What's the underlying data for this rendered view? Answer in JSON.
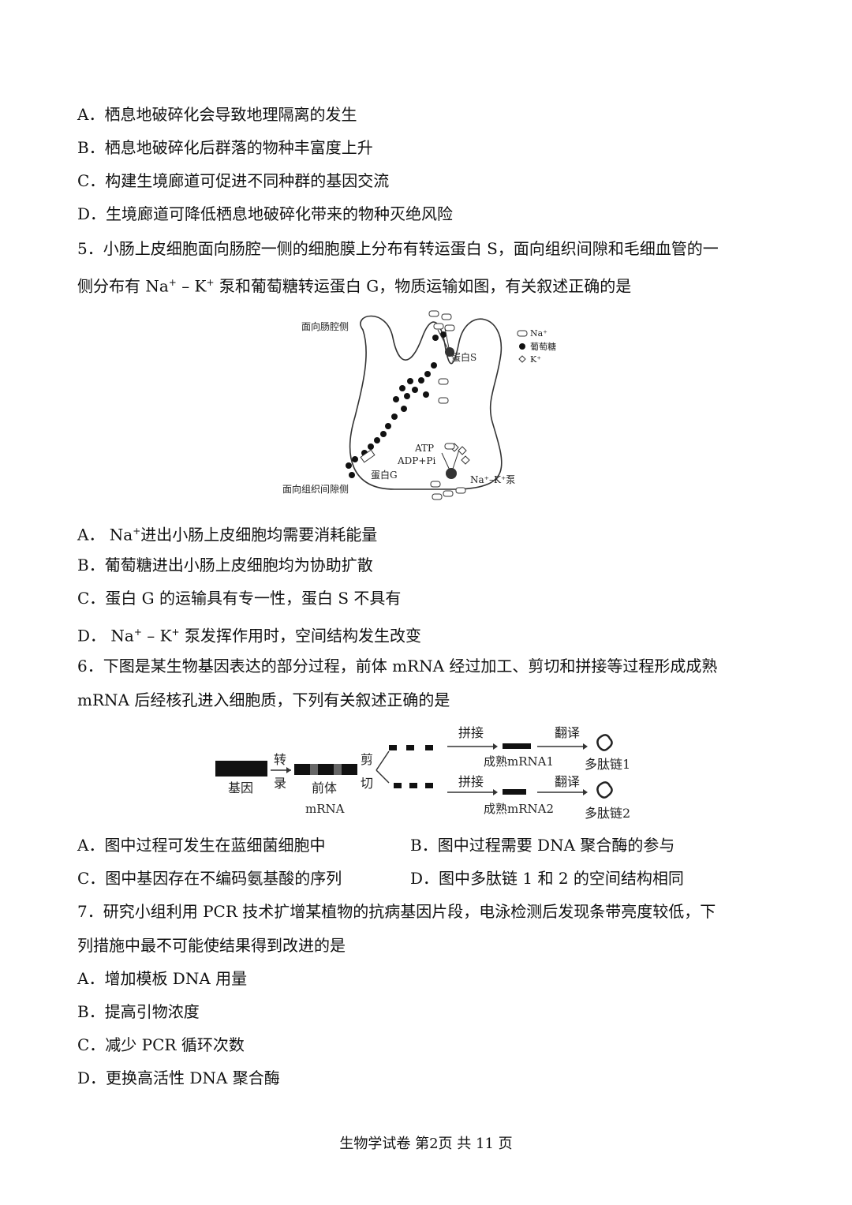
{
  "q4_options": {
    "A": "A．栖息地破碎化会导致地理隔离的发生",
    "B": "B．栖息地破碎化后群落的物种丰富度上升",
    "C": "C．构建生境廊道可促进不同种群的基因交流",
    "D": "D．生境廊道可降低栖息地破碎化带来的物种灭绝风险"
  },
  "q5": {
    "stem_line1": "5．小肠上皮细胞面向肠腔一侧的细胞膜上分布有转运蛋白 S，面向组织间隙和毛细血管的一",
    "stem_line2_pre": "侧分布有 Na",
    "stem_line2_mid": " – K",
    "stem_line2_post": " 泵和葡萄糖转运蛋白 G，物质运输如图，有关叙述正确的是",
    "sup_plus": "+",
    "figure": {
      "label_lumen": "面向肠腔侧",
      "label_interstitial": "面向组织间隙侧",
      "legend_na": "Na⁺",
      "legend_glucose": "葡萄糖",
      "legend_k": "K⁺",
      "protein_s": "蛋白S",
      "protein_g": "蛋白G",
      "atp": "ATP",
      "adp": "ADP+Pi",
      "pump": "Na⁺–K⁺泵"
    },
    "options": {
      "A_pre": "A． Na",
      "A_post": "进出小肠上皮细胞均需要消耗能量",
      "B": "B．葡萄糖进出小肠上皮细胞均为协助扩散",
      "C": "C．蛋白 G 的运输具有专一性，蛋白 S 不具有",
      "D_pre": "D． Na",
      "D_mid": " – K",
      "D_post": " 泵发挥作用时，空间结构发生改变"
    }
  },
  "q6": {
    "stem_line1": "6．下图是某生物基因表达的部分过程，前体 mRNA 经过加工、剪切和拼接等过程形成成熟",
    "stem_line2": "mRNA 后经核孔进入细胞质，下列有关叙述正确的是",
    "figure": {
      "gene": "基因",
      "transcribe_1": "转",
      "transcribe_2": "录",
      "pre_mrna_1": "前体",
      "pre_mrna_2": "mRNA",
      "cut_1": "剪",
      "cut_2": "切",
      "splice_top": "拼接",
      "splice_bottom": "拼接",
      "translate_top": "翻译",
      "translate_bottom": "翻译",
      "mature1": "成熟mRNA1",
      "mature2": "成熟mRNA2",
      "peptide1": "多肽链1",
      "peptide2": "多肽链2"
    },
    "options": {
      "A": "A．图中过程可发生在蓝细菌细胞中",
      "B": "B．图中过程需要 DNA 聚合酶的参与",
      "C": "C．图中基因存在不编码氨基酸的序列",
      "D": "D．图中多肽链 1 和 2 的空间结构相同"
    }
  },
  "q7": {
    "stem_line1": "7．研究小组利用 PCR 技术扩增某植物的抗病基因片段，电泳检测后发现条带亮度较低，下",
    "stem_line2": "列措施中最不可能使结果得到改进的是",
    "options": {
      "A": "A．增加模板 DNA 用量",
      "B": "B．提高引物浓度",
      "C": "C．减少 PCR 循环次数",
      "D": "D．更换高活性 DNA 聚合酶"
    }
  },
  "footer": "生物学试卷 第2页 共 11 页"
}
